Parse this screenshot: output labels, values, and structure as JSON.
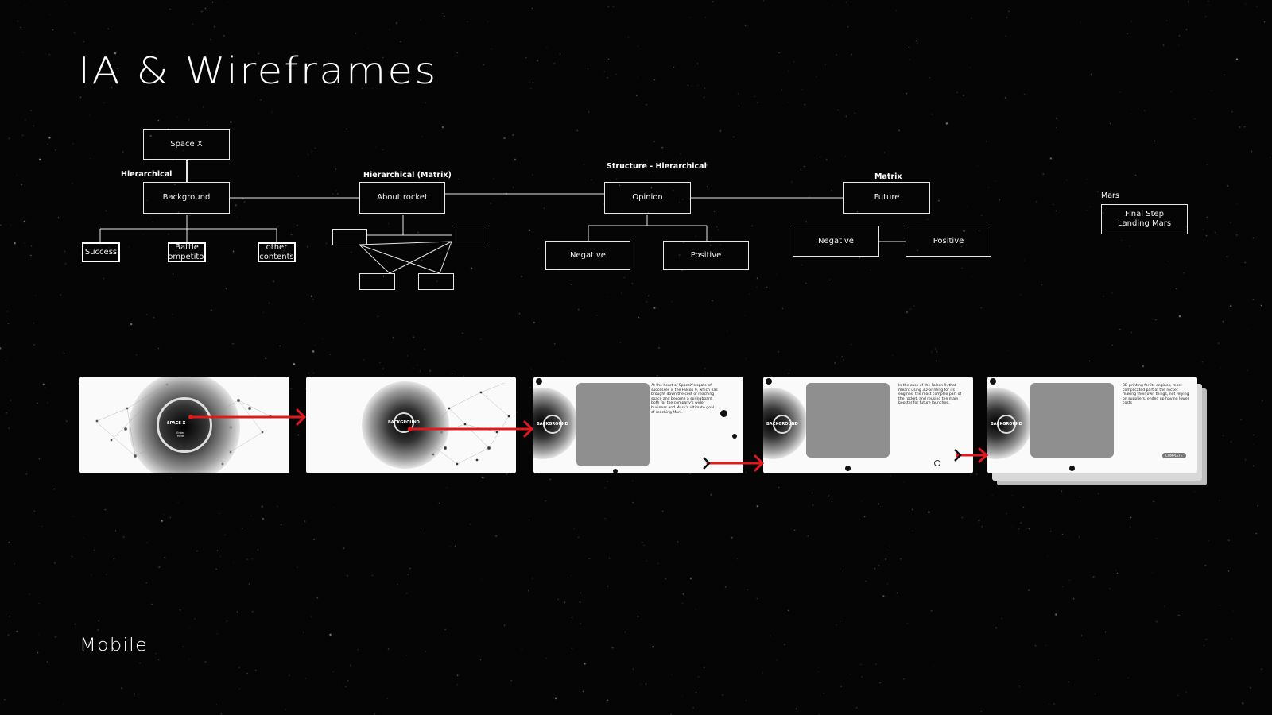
{
  "page": {
    "title": "IA & Wireframes",
    "subtitle": "Mobile"
  },
  "ia": {
    "hierarchical": {
      "label": "Hierarchical",
      "root": "Space X",
      "background": "Background",
      "children": [
        "Success",
        "Battle Competitors",
        "other contents"
      ]
    },
    "matrix_rocket": {
      "label": "Hierarchical (Matrix)",
      "node": "About rocket"
    },
    "structure": {
      "label": "Structure - Hierarchical",
      "node": "Opinion",
      "negative": "Negative",
      "positive": "Positive"
    },
    "future": {
      "label": "Matrix",
      "node": "Future",
      "negative": "Negative",
      "positive": "Positive"
    },
    "mars": {
      "label": "Mars",
      "node": "Final Step Landing Mars"
    }
  },
  "wireframes": {
    "screen1": {
      "brand": "SPACE X",
      "hint": "Enter Here"
    },
    "screen2": {
      "tag": "BACKGROUND"
    },
    "screen3": {
      "tag": "BACKGROUND",
      "text": "At the heart of SpaceX's spate of successes is the Falcon 9, which has brought down the cost of reaching space and become a springboard both for the company's wider business and Musk's ultimate goal of reaching Mars."
    },
    "screen4": {
      "tag": "BACKGROUND",
      "text": "In the case of the Falcon 9, that meant using 3D-printing for its engines, the most complex part of the rocket, and reusing the main booster for future launches."
    },
    "screen5": {
      "tag": "BACKGROUND",
      "text": "3D printing for its engines, most complicated part of the rocket making their own things, not relying on suppliers, ended up having lower costs",
      "button": "COMPLETE"
    }
  },
  "colors": {
    "background": "#050505",
    "arrow": "#e0191f",
    "line": "#e8e8e8"
  }
}
